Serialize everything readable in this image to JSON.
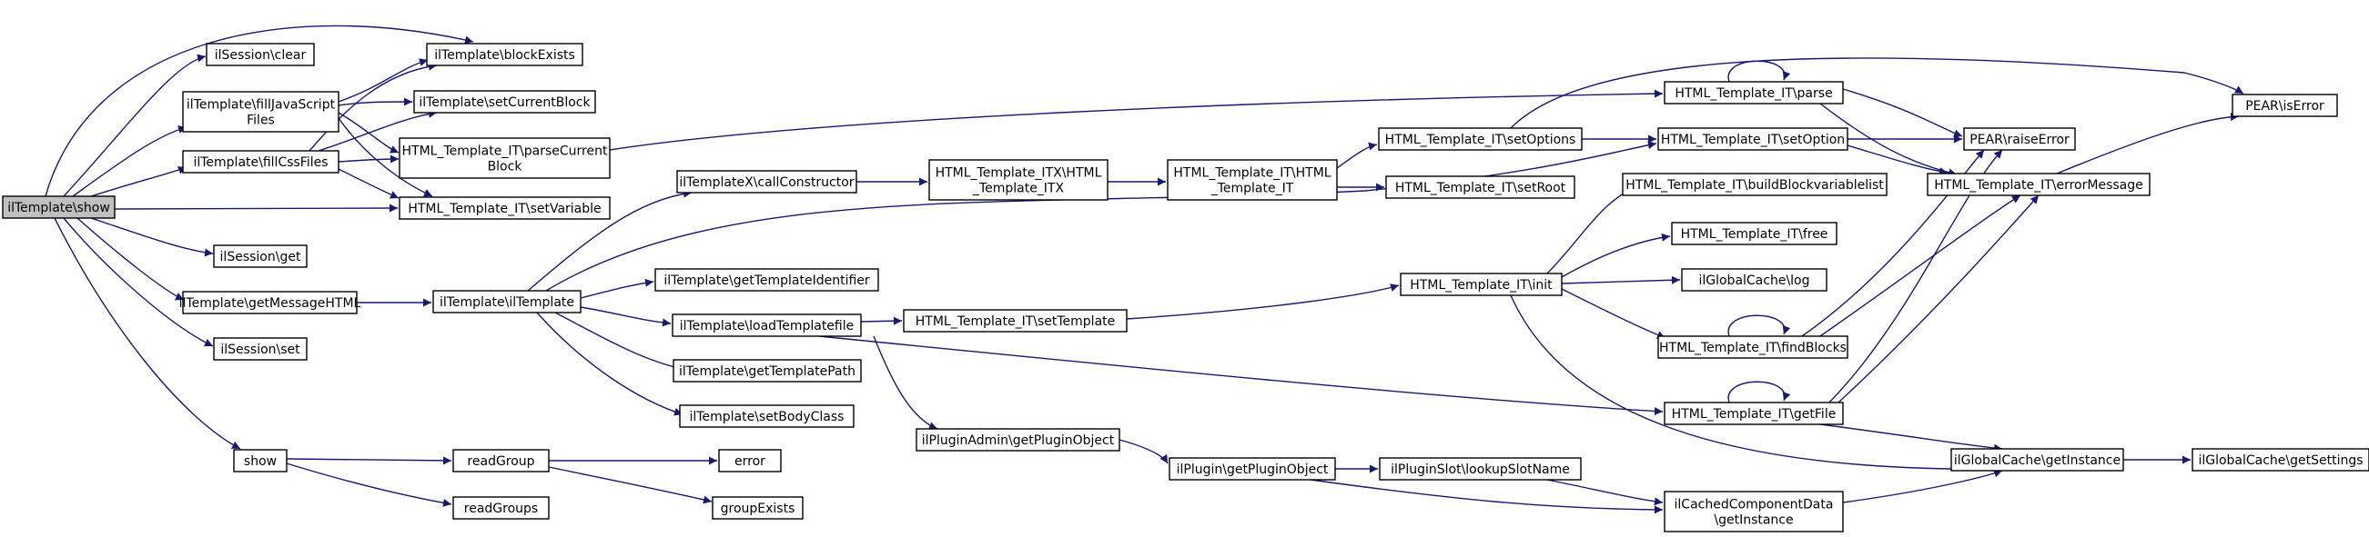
{
  "colors": {
    "edge": "#191970",
    "root_fill": "#bfbfbf",
    "node_fill": "#ffffff",
    "node_border": "#000000"
  },
  "nodes": {
    "show_root": [
      "ilTemplate\\show"
    ],
    "session_clear": [
      "ilSession\\clear"
    ],
    "fill_js": [
      "ilTemplate\\fillJavaScript",
      "Files"
    ],
    "block_exists": [
      "ilTemplate\\blockExists"
    ],
    "set_current_block": [
      "ilTemplate\\setCurrentBlock"
    ],
    "parse_current_block": [
      "HTML_Template_IT\\parseCurrent",
      "Block"
    ],
    "fill_css": [
      "ilTemplate\\fillCssFiles"
    ],
    "set_variable": [
      "HTML_Template_IT\\setVariable"
    ],
    "session_get": [
      "ilSession\\get"
    ],
    "get_message_html": [
      "ilTemplate\\getMessageHTML"
    ],
    "session_set": [
      "ilSession\\set"
    ],
    "show_fn": [
      "show"
    ],
    "call_constructor": [
      "ilTemplateX\\callConstructor"
    ],
    "il_template_ctor": [
      "ilTemplate\\ilTemplate"
    ],
    "get_template_identifier": [
      "ilTemplate\\getTemplateIdentifier"
    ],
    "load_template_file": [
      "ilTemplate\\loadTemplatefile"
    ],
    "get_template_path": [
      "ilTemplate\\getTemplatePath"
    ],
    "set_body_class": [
      "ilTemplate\\setBodyClass"
    ],
    "itx_ctor": [
      "HTML_Template_ITX\\HTML",
      "_Template_ITX"
    ],
    "it_ctor": [
      "HTML_Template_IT\\HTML",
      "_Template_IT"
    ],
    "set_options": [
      "HTML_Template_IT\\setOptions"
    ],
    "set_root": [
      "HTML_Template_IT\\setRoot"
    ],
    "set_template": [
      "HTML_Template_IT\\setTemplate"
    ],
    "init": [
      "HTML_Template_IT\\init"
    ],
    "parse": [
      "HTML_Template_IT\\parse"
    ],
    "set_option": [
      "HTML_Template_IT\\setOption"
    ],
    "build_block_var_list": [
      "HTML_Template_IT\\buildBlockvariablelist"
    ],
    "free": [
      "HTML_Template_IT\\free"
    ],
    "global_cache_log": [
      "ilGlobalCache\\log"
    ],
    "find_blocks": [
      "HTML_Template_IT\\findBlocks"
    ],
    "get_file": [
      "HTML_Template_IT\\getFile"
    ],
    "pear_is_error": [
      "PEAR\\isError"
    ],
    "pear_raise_error": [
      "PEAR\\raiseError"
    ],
    "error_message": [
      "HTML_Template_IT\\errorMessage"
    ],
    "global_cache_get_instance": [
      "ilGlobalCache\\getInstance"
    ],
    "global_cache_get_settings": [
      "ilGlobalCache\\getSettings"
    ],
    "plugin_admin_get_plugin_object": [
      "ilPluginAdmin\\getPluginObject"
    ],
    "plugin_get_plugin_object": [
      "ilPlugin\\getPluginObject"
    ],
    "plugin_slot_lookup": [
      "ilPluginSlot\\lookupSlotName"
    ],
    "cached_component_data": [
      "ilCachedComponentData",
      "\\getInstance"
    ],
    "read_group": [
      "readGroup"
    ],
    "read_groups": [
      "readGroups"
    ],
    "error": [
      "error"
    ],
    "group_exists": [
      "groupExists"
    ]
  }
}
